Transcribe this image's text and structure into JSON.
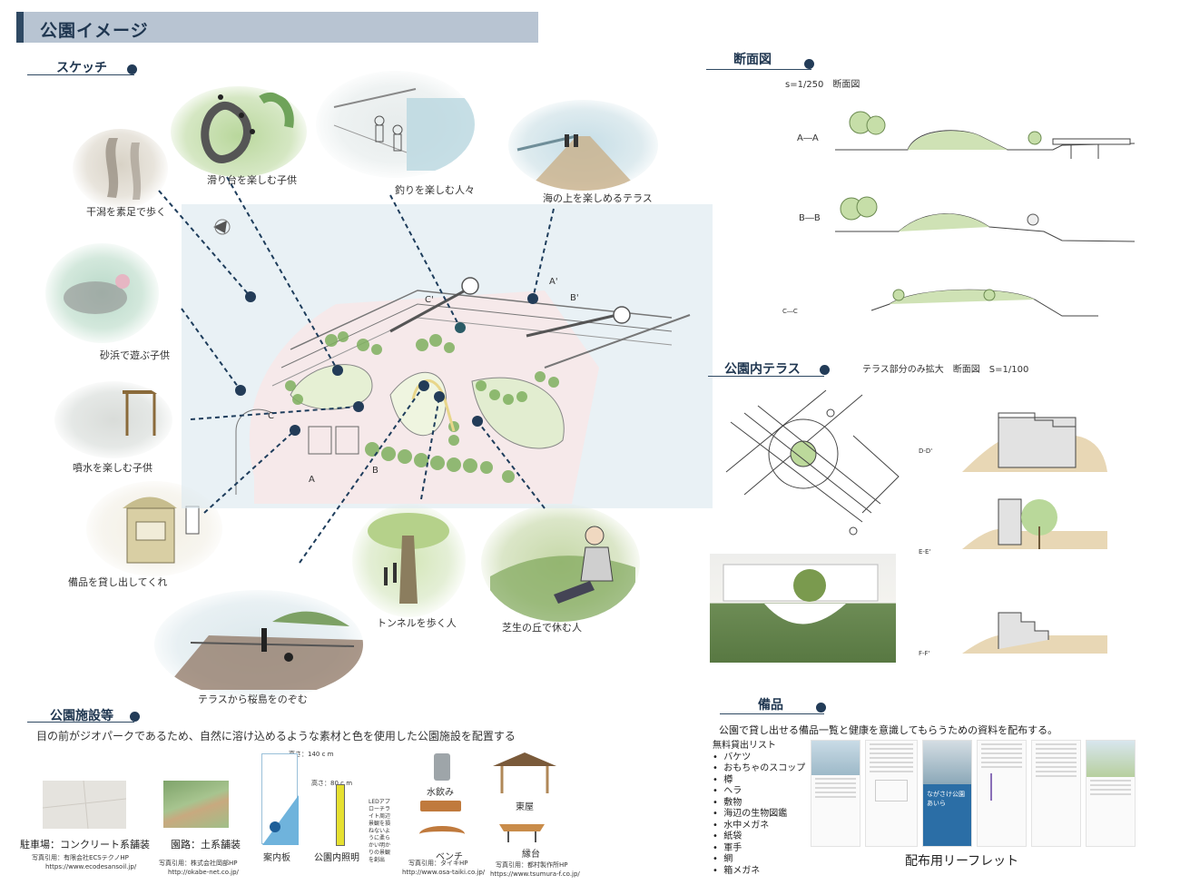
{
  "header": {
    "title": "公園イメージ"
  },
  "sketch": {
    "heading": "スケッチ",
    "captions": {
      "tidal_flat": "干潟を素足で歩く",
      "slide": "滑り台を楽しむ子供",
      "fishing": "釣りを楽しむ人々",
      "sea_terrace": "海の上を楽しめるテラス",
      "sand_beach": "砂浜で遊ぶ子供",
      "fountain": "噴水を楽しむ子供",
      "rental": "備品を貸し出してくれ",
      "tunnel": "トンネルを歩く人",
      "lawn": "芝生の丘で休む人",
      "terrace_view": "テラスから桜島をのぞむ"
    },
    "map_labels": {
      "a": "A",
      "b": "B",
      "b_prime": "B'",
      "c": "C",
      "c_prime": "C'",
      "a_prime": "A'"
    }
  },
  "section": {
    "heading": "断面図",
    "scale": "s=1/250　断面図",
    "rows": [
      {
        "label": "A―A"
      },
      {
        "label": "B―B"
      },
      {
        "label": "C―C"
      }
    ]
  },
  "terrace": {
    "heading": "公園内テラス",
    "note": "テラス部分のみ拡大　断面図　S=1/100",
    "cuts": [
      "D-D'",
      "E-E'",
      "F-F'"
    ]
  },
  "facilities": {
    "heading": "公園施設等",
    "description": "目の前がジオパークであるため、自然に溶け込めるような素材と色を使用した公園施設を配置する",
    "parking": {
      "label": "駐車場：コンクリート系舗装",
      "credit": "写真引用：有限会社ECSテクノHP",
      "url": "https://www.ecodesansoil.jp/"
    },
    "path": {
      "label": "園路：土系舗装",
      "credit": "写真引用：株式会社岡部HP",
      "url": "http://okabe-net.co.jp/"
    },
    "sign": {
      "label": "案内板",
      "height1": "高さ：140 c m",
      "height2": "高さ：80 c m",
      "lighting": "公園内照明",
      "led_note": "LEDアプローチライト周辺景観を損ねないように柔らかい明かりの景観を創出"
    },
    "fountain": {
      "label": "水飲み"
    },
    "bench": {
      "label": "ベンチ",
      "credit": "写真引用：タイキHP",
      "url": "http://www.osa-taiki.co.jp/"
    },
    "shelter": {
      "label": "東屋"
    },
    "table": {
      "label": "縁台",
      "credit": "写真引用：都村製作所HP",
      "url": "https://www.tsumura-f.co.jp/"
    }
  },
  "equipment": {
    "heading": "備品",
    "description": "公園で貸し出せる備品一覧と健康を意識してもらうための資料を配布する。",
    "list_title": "無料貸出リスト",
    "items": [
      "バケツ",
      "おもちゃのスコップ",
      "樽",
      "ヘラ",
      "敷物",
      "海辺の生物図鑑",
      "水中メガネ",
      "紙袋",
      "軍手",
      "網",
      "箱メガネ"
    ],
    "leaflet_label": "配布用リーフレット",
    "leaflet_title": "ながさけ公園あいら"
  },
  "colors": {
    "navy": "#1f3650",
    "title_band": "#b8c4d2",
    "leader": "#1e3d5c",
    "green": "#8dbf6e",
    "sea": "#cfe3ea"
  }
}
